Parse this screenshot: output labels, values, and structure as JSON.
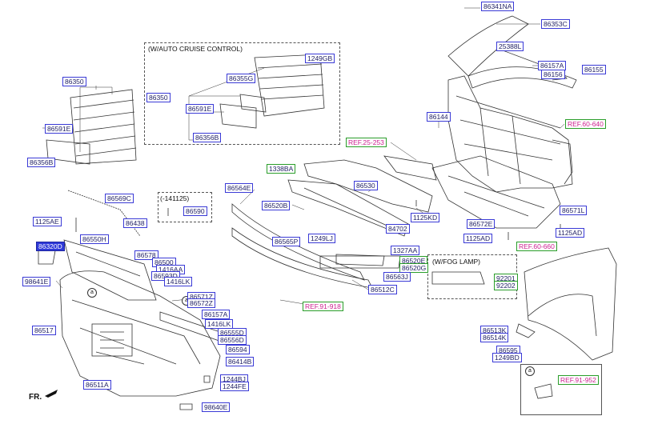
{
  "notes": {
    "auto_cruise": "(W/AUTO CRUISE CONTROL)",
    "fog_lamp": "(W/FOG LAMP)",
    "date_cond": "(-141125)",
    "front": "FR."
  },
  "circle_letter": "a",
  "labels": [
    {
      "id": "l86341NA",
      "text": "86341NA"
    },
    {
      "id": "l86353C",
      "text": "86353C"
    },
    {
      "id": "l25388L",
      "text": "25388L"
    },
    {
      "id": "l86157A_t",
      "text": "86157A"
    },
    {
      "id": "l86156",
      "text": "86156"
    },
    {
      "id": "l86155",
      "text": "86155"
    },
    {
      "id": "l1249GB",
      "text": "1249GB"
    },
    {
      "id": "l86355G",
      "text": "86355G"
    },
    {
      "id": "l86350_box",
      "text": "86350"
    },
    {
      "id": "l86591E_box",
      "text": "86591E"
    },
    {
      "id": "l86356B_box",
      "text": "86356B"
    },
    {
      "id": "l86350",
      "text": "86350"
    },
    {
      "id": "l86591E",
      "text": "86591E"
    },
    {
      "id": "l86356B",
      "text": "86356B"
    },
    {
      "id": "l86144",
      "text": "86144"
    },
    {
      "id": "lREF60640",
      "text": "REF.60-640"
    },
    {
      "id": "lREF25253",
      "text": "REF.25-253"
    },
    {
      "id": "l1338BA",
      "text": "1338BA"
    },
    {
      "id": "l86530",
      "text": "86530"
    },
    {
      "id": "l86564E",
      "text": "86564E"
    },
    {
      "id": "l86520B",
      "text": "86520B"
    },
    {
      "id": "l1125KD",
      "text": "1125KD"
    },
    {
      "id": "l86571L",
      "text": "86571L"
    },
    {
      "id": "l86569C",
      "text": "86569C"
    },
    {
      "id": "l86590",
      "text": "86590"
    },
    {
      "id": "l86438",
      "text": "86438"
    },
    {
      "id": "l1125AE",
      "text": "1125AE"
    },
    {
      "id": "l84702",
      "text": "84702"
    },
    {
      "id": "l86572E",
      "text": "86572E"
    },
    {
      "id": "l1125AD_a",
      "text": "1125AD"
    },
    {
      "id": "l1125AD_b",
      "text": "1125AD"
    },
    {
      "id": "l1249LJ",
      "text": "1249LJ"
    },
    {
      "id": "l86565P",
      "text": "86565P"
    },
    {
      "id": "l1327AA",
      "text": "1327AA"
    },
    {
      "id": "lREF60660",
      "text": "REF.60-660"
    },
    {
      "id": "l86320D",
      "text": "86320D"
    },
    {
      "id": "l86550H",
      "text": "86550H"
    },
    {
      "id": "l86578",
      "text": "86578"
    },
    {
      "id": "l86500",
      "text": "86500"
    },
    {
      "id": "l1416AA",
      "text": "1416AA"
    },
    {
      "id": "l86593D",
      "text": "86593D"
    },
    {
      "id": "l1416LK_a",
      "text": "1416LK"
    },
    {
      "id": "l86520E",
      "text": "86520E"
    },
    {
      "id": "l86520G",
      "text": "86520G"
    },
    {
      "id": "l86563J",
      "text": "86563J"
    },
    {
      "id": "l92201",
      "text": "92201"
    },
    {
      "id": "l92202",
      "text": "92202"
    },
    {
      "id": "l98641E",
      "text": "98641E"
    },
    {
      "id": "l86512C",
      "text": "86512C"
    },
    {
      "id": "l86571Z",
      "text": "86571Z"
    },
    {
      "id": "l86572Z",
      "text": "86572Z"
    },
    {
      "id": "lREF91918",
      "text": "REF.91-918"
    },
    {
      "id": "l86157A_b",
      "text": "86157A"
    },
    {
      "id": "l1416LK_b",
      "text": "1416LK"
    },
    {
      "id": "l86555D",
      "text": "86555D"
    },
    {
      "id": "l86556D",
      "text": "86556D"
    },
    {
      "id": "l86517",
      "text": "86517"
    },
    {
      "id": "l86594",
      "text": "86594"
    },
    {
      "id": "l86513K",
      "text": "86513K"
    },
    {
      "id": "l86514K",
      "text": "86514K"
    },
    {
      "id": "l86595",
      "text": "86595"
    },
    {
      "id": "l1249BD",
      "text": "1249BD"
    },
    {
      "id": "l86414B",
      "text": "86414B"
    },
    {
      "id": "l1244BJ",
      "text": "1244BJ"
    },
    {
      "id": "l1244FE",
      "text": "1244FE"
    },
    {
      "id": "l86511A",
      "text": "86511A"
    },
    {
      "id": "l98640E",
      "text": "98640E"
    },
    {
      "id": "lREF91952",
      "text": "REF.91-952"
    }
  ]
}
